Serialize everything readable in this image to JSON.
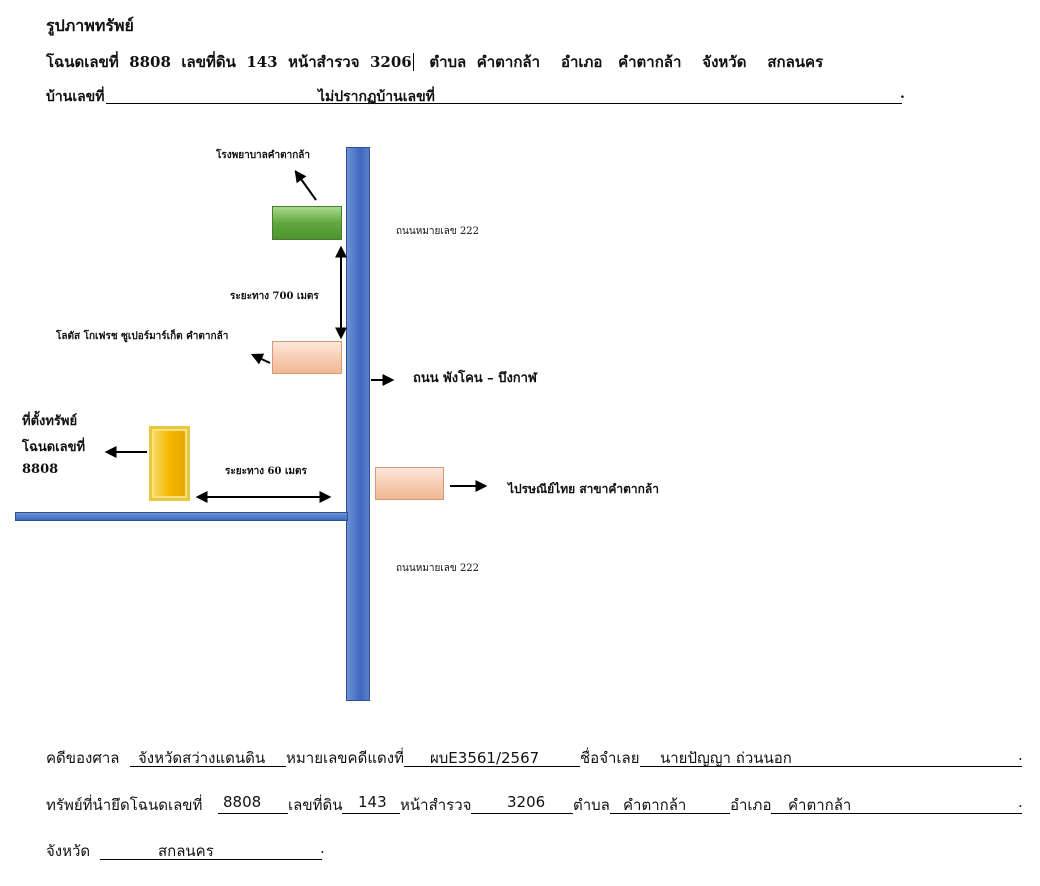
{
  "header": {
    "title": "รูปภาพทรัพย์",
    "deed_line": {
      "deed_label": "โฉนดเลขที่",
      "deed_no": "8808",
      "land_label": "เลขที่ดิน",
      "land_no": "143",
      "survey_label": "หน้าสำรวจ",
      "survey_no": "3206",
      "subdistrict_label": "ตำบล",
      "subdistrict": "คำตากล้า",
      "district_label": "อำเภอ",
      "district": "คำตากล้า",
      "province_label": "จังหวัด",
      "province": "สกลนคร"
    },
    "house_line": {
      "label": "บ้านเลขที่",
      "note": "ไม่ปรากฏบ้านเลขที่",
      "end": "."
    }
  },
  "map": {
    "hospital": "โรงพยาบาลคำตากล้า",
    "road_top": "ถนนหมายเลข 222",
    "distance_700": "ระยะทาง 700 เมตร",
    "lotus": "โลตัส โกเฟรช ซูเปอร์มาร์เก็ต คำตากล้า",
    "main_road": "ถนน พังโคน – บึงกาฬ",
    "property_line1": "ที่ตั้งทรัพย์",
    "property_line2": "โฉนดเลขที่",
    "property_line3": "8808",
    "distance_60": "ระยะทาง 60 เมตร",
    "post_office": "ไปรษณีย์ไทย สาขาคำตากล้า",
    "road_bottom": "ถนนหมายเลข 222"
  },
  "footer": {
    "line1": {
      "court_label": "คดีของศาล",
      "court": "จังหวัดสว่างแดนดิน",
      "case_label": "หมายเลขคดีแดงที่",
      "case_no": "ผบE3561/2567",
      "defendant_label": "ชื่อจำเลย",
      "defendant": "นายปัญญา  ถ่วนนอก",
      "end": "."
    },
    "line2": {
      "deed_label": "ทรัพย์ที่นำยึดโฉนดเลขที่",
      "deed_no": "8808",
      "land_label": "เลขที่ดิน",
      "land_no": "143",
      "survey_label": "หน้าสำรวจ",
      "survey_no": "3206",
      "subdistrict_label": "ตำบล",
      "subdistrict": "คำตากล้า",
      "district_label": "อำเภอ",
      "district": "คำตากล้า",
      "end": "."
    },
    "line3": {
      "province_label": "จังหวัด",
      "province": "สกลนคร",
      "end": "."
    }
  },
  "colors": {
    "road_blue": "#4a74c4",
    "hospital_green": "#6cb04a",
    "peach_box": "#f8d2bc",
    "property_yellow": "#f6c21c"
  }
}
